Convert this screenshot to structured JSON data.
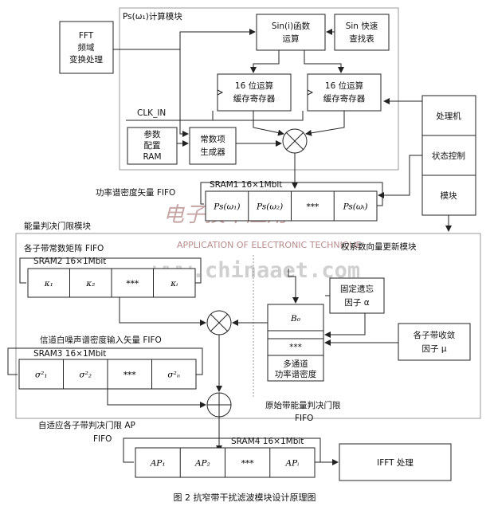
{
  "fft_box": [
    "FFT",
    "频域",
    "变换处理"
  ],
  "ps_module_title": "Ps(ω₁)计算模块",
  "sin_func_box": [
    "Sin(i)函数",
    "运算"
  ],
  "sin_table_box": [
    "Sin 快速",
    "查找表"
  ],
  "reg16_a": [
    "16 位运算",
    "缓存寄存器"
  ],
  "reg16_b": [
    "16 位运算",
    "缓存寄存器"
  ],
  "clk_in": "CLK_IN",
  "param_ram": [
    "参数",
    "配置",
    "RAM"
  ],
  "const_gen": [
    "常数项",
    "生成器"
  ],
  "processor": [
    "处理机",
    "状态控制",
    "模块"
  ],
  "psd_fifo_label": "功率谱密度矢量 FIFO",
  "sram1_title": "SRAM1  16×1Mbit",
  "sram1_cells": [
    "Ps(ω₁)",
    "Ps(ω₂)",
    "***",
    "Ps(ωᵢ)"
  ],
  "energy_threshold_module": "能量判决门限模块",
  "subband_fifo_label": "各子带常数矩阵 FIFO",
  "sram2_title": "SRAM2  16×1Mbit",
  "sram2_cells": [
    "κ₁",
    "κ₂",
    "***",
    "κᵢ"
  ],
  "weight_update_module": "权系数向量更新模块",
  "forget_factor": [
    "固定遗忘",
    "因子 α"
  ],
  "b0_stack": [
    "B₀",
    "***",
    "多通道",
    "功率谱密度"
  ],
  "conv_factor": [
    "各子带收敛",
    "因子 μ"
  ],
  "noise_fifo_label": "信道白噪声谱密度输入矢量 FIFO",
  "sram3_title": "SRAM3  16×1Mbit",
  "sram3_cells": [
    "σ²₁",
    "σ²₂",
    "***",
    "σ²ₙ"
  ],
  "orig_threshold": [
    "原始带能量判决门限",
    "FIFO"
  ],
  "adaptive_ap": [
    "自适应各子带判决门限 AP",
    "FIFO"
  ],
  "sram4_title": "SRAM4  16×1Mbit",
  "sram4_cells": [
    "AP₁",
    "AP₂",
    "***",
    "APᵢ"
  ],
  "ifft_box": "IFFT 处理",
  "caption": "图 2   抗窄带干扰滤波模块设计原理图",
  "watermark": {
    "cn": "电子技术应用",
    "en": "APPLICATION OF ELECTRONIC TECHNIQUE",
    "url": "www.chinaaet.com"
  }
}
